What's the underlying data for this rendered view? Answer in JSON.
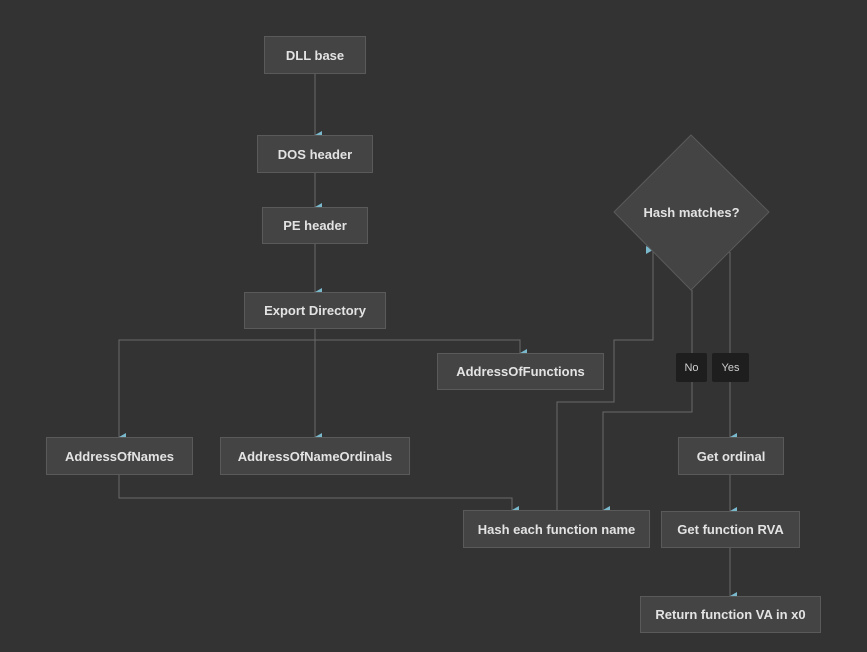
{
  "colors": {
    "background": "#333333",
    "node_fill": "#444444",
    "node_border": "#5a5a5a",
    "edge": "#6a6a6a",
    "arrowhead": "#7ab8cc",
    "edge_label_fill": "#1e1e1e"
  },
  "nodes": {
    "dll_base": "DLL base",
    "dos_header": "DOS header",
    "pe_header": "PE header",
    "export_directory": "Export Directory",
    "address_of_functions": "AddressOfFunctions",
    "address_of_names": "AddressOfNames",
    "address_of_name_ordinals": "AddressOfNameOrdinals",
    "hash_each_function_name": "Hash each function name",
    "hash_matches": "Hash matches?",
    "get_ordinal": "Get ordinal",
    "get_function_rva": "Get function RVA",
    "return_function_va": "Return function VA in x0"
  },
  "edge_labels": {
    "no": "No",
    "yes": "Yes"
  }
}
